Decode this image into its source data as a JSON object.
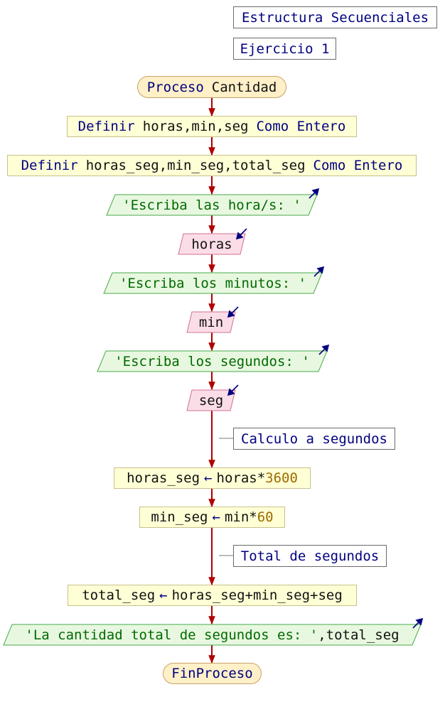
{
  "header": {
    "title": "Estructura Secuenciales",
    "subtitle": "Ejercicio 1"
  },
  "flow": {
    "start": {
      "keyword": "Proceso",
      "name": "Cantidad"
    },
    "def1": {
      "keyword": "Definir",
      "vars": "horas,min,seg",
      "type_kw": "Como Entero"
    },
    "def2": {
      "keyword": "Definir",
      "vars": "horas_seg,min_seg,total_seg",
      "type_kw": "Como Entero"
    },
    "out1": {
      "text": "'Escriba las hora/s: '"
    },
    "in1": {
      "text": "horas"
    },
    "out2": {
      "text": "'Escriba los minutos: '"
    },
    "in2": {
      "text": "min"
    },
    "out3": {
      "text": "'Escriba los segundos: '"
    },
    "in3": {
      "text": "seg"
    },
    "comment1": {
      "text": "Calculo a segundos"
    },
    "assign1": {
      "target": "horas_seg",
      "arrow": "←",
      "expr": "horas*",
      "num": "3600"
    },
    "assign2": {
      "target": "min_seg",
      "arrow": "←",
      "expr": "min*",
      "num": "60"
    },
    "comment2": {
      "text": "Total de segundos"
    },
    "assign3": {
      "target": "total_seg",
      "arrow": "←",
      "expr": "horas_seg+min_seg+seg"
    },
    "out4": {
      "text": "'La cantidad total de segundos es: '",
      "var": ",total_seg"
    },
    "end": {
      "keyword": "FinProceso"
    }
  },
  "colors": {
    "flow_line": "#b00000",
    "keyword": "#000080",
    "string": "#006a00",
    "number": "#a06a00",
    "output_fill": "#e8f8e0",
    "input_fill": "#fbdde8"
  }
}
